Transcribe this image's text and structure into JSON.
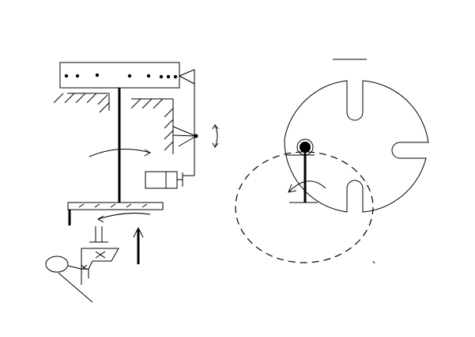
{
  "diagram": {
    "kind": "mechanical schematic (line drawing, no printed text)",
    "colors": {
      "ink": "#000000",
      "background": "#ffffff"
    },
    "parts": {
      "left_mechanism": [
        "rail-bar",
        "ground-hatching",
        "vertical-shaft",
        "rotation-arrows",
        "pivot-bracket",
        "cylinder-actuator",
        "bottom-disc",
        "gear-box",
        "cam-roller"
      ],
      "right_mechanism": [
        "slotted-disc",
        "dashed-circle",
        "pin-lever",
        "rotation-arrow"
      ]
    }
  }
}
